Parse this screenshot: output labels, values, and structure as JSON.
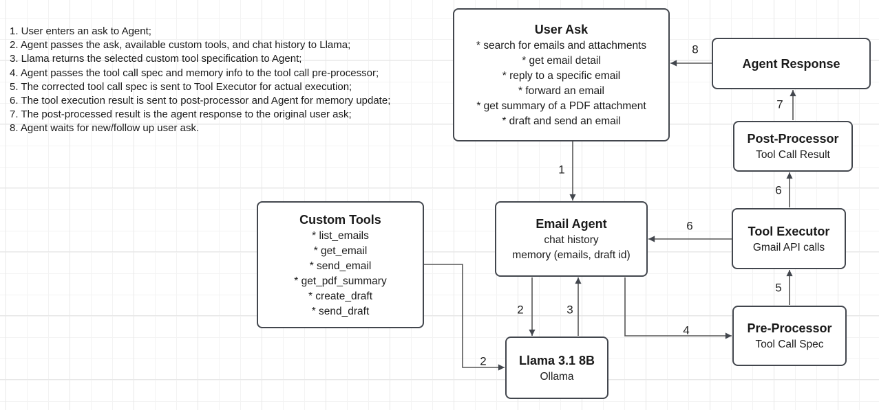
{
  "steps": [
    "1. User enters an ask to Agent;",
    "2. Agent passes the ask, available custom tools, and chat history to Llama;",
    "3. Llama returns the selected custom tool specification to Agent;",
    "4. Agent passes the tool call spec and memory info to the tool call pre-processor;",
    "5. The corrected tool call spec is sent to Tool Executor for actual execution;",
    "6. The tool execution result is sent to post-processor and Agent for memory update;",
    "7. The post-processed result is the agent response to the original user ask;",
    "8. Agent waits for new/follow up user ask."
  ],
  "nodes": {
    "user_ask": {
      "title": "User Ask",
      "items": [
        "* search for emails and attachments",
        "* get email detail",
        "* reply to a specific email",
        "* forward an email",
        "* get summary of a PDF attachment",
        "* draft and send an email"
      ]
    },
    "agent_response": {
      "title": "Agent Response"
    },
    "post_processor": {
      "title": "Post-Processor",
      "subtitle": "Tool Call Result"
    },
    "tool_executor": {
      "title": "Tool Executor",
      "subtitle": "Gmail API calls"
    },
    "pre_processor": {
      "title": "Pre-Processor",
      "subtitle": "Tool Call Spec"
    },
    "email_agent": {
      "title": "Email Agent",
      "items": [
        "chat history",
        "memory (emails, draft id)"
      ]
    },
    "custom_tools": {
      "title": "Custom Tools",
      "items": [
        "* list_emails",
        "* get_email",
        "* send_email",
        "* get_pdf_summary",
        "* create_draft",
        "* send_draft"
      ]
    },
    "llama": {
      "title": "Llama 3.1 8B",
      "subtitle": "Ollama"
    }
  },
  "edges": {
    "userask_to_emailagent": "1",
    "emailagent_to_llama": "2",
    "customtools_to_llama": "2",
    "llama_to_emailagent": "3",
    "emailagent_to_preprocessor": "4",
    "preprocessor_to_toolexecutor": "5",
    "toolexecutor_to_postprocessor": "6",
    "toolexecutor_to_emailagent": "6",
    "postprocessor_to_agentresponse": "7",
    "agentresponse_to_userask": "8"
  },
  "colors": {
    "node_border": "#42464d",
    "edge": "#565656",
    "text": "#1a1a1a",
    "grid_minor": "#f3f3f3",
    "grid_major": "#e7e7e7",
    "background": "#ffffff"
  }
}
